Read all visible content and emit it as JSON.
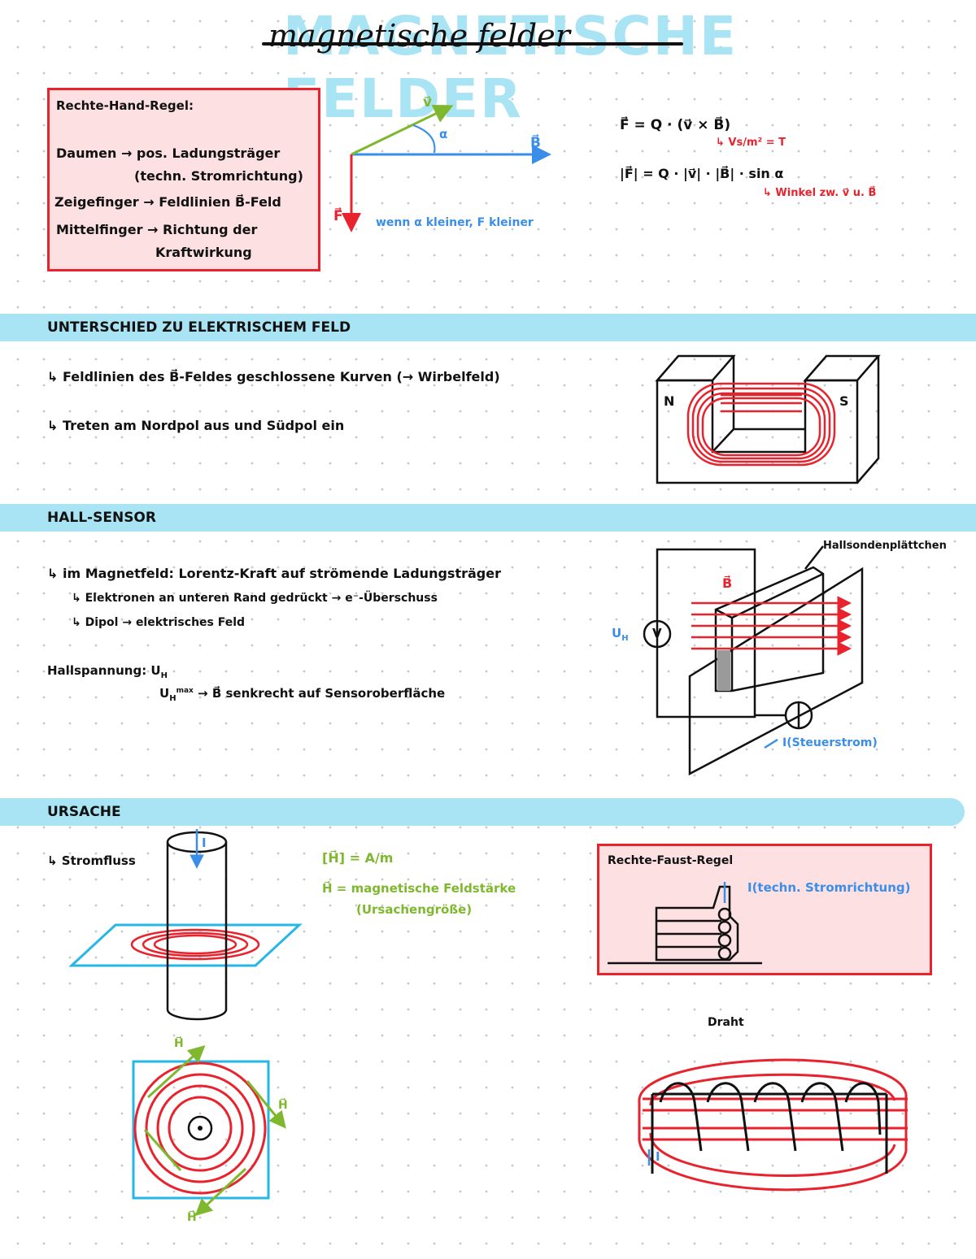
{
  "title": {
    "shadow": "MAGNETISCHE FELDER",
    "script": "magnetische felder"
  },
  "rhr": {
    "title": "Rechte-Hand-Regel:",
    "line1": "Daumen → pos. Ladungsträger",
    "line1b": "(techn. Stromrichtung)",
    "line2": "Zeigefinger → Feldlinien B⃗-Feld",
    "line3": "Mittelfinger → Richtung der",
    "line3b": "Kraftwirkung"
  },
  "vector_diagram": {
    "v": "v⃗",
    "alpha": "α",
    "b": "B⃗",
    "f": "F⃗",
    "note": "wenn α kleiner, F kleiner"
  },
  "formulas": {
    "f1": "F⃗ = Q · (v⃗ × B⃗)",
    "f1note": "↳ Vs/m² = T",
    "f2": "|F⃗| = Q · |v⃗| · |B⃗| · sin α",
    "f2note": "↳ Winkel zw. v⃗ u. B⃗"
  },
  "section1": {
    "heading": "UNTERSCHIED ZU ELEKTRISCHEM FELD",
    "point1": "↳ Feldlinien des B⃗-Feldes geschlossene Kurven (→ Wirbelfeld)",
    "point2": "↳ Treten am Nordpol aus und Südpol ein",
    "magnet_n": "N",
    "magnet_s": "S"
  },
  "section2": {
    "heading": "HALL-SENSOR",
    "point1": "↳ im Magnetfeld: Lorentz-Kraft auf strömende Ladungsträger",
    "point1a": "↳ Elektronen an unteren Rand gedrückt → e⁻-Überschuss",
    "point1b": "↳ Dipol → elektrisches Feld",
    "hall_label": "Hallspannung: U",
    "hall_sub": "H",
    "hall_line2": "U",
    "hall_line2_sub": "H",
    "hall_line2_sup": "max",
    "hall_line2_rest": " → B⃗ senkrecht auf Sensoroberfläche",
    "plate_label": "Hallsondenplättchen",
    "b_label": "B⃗",
    "uh_label": "U",
    "uh_sub": "H",
    "voltmeter": "V",
    "current_label": "I(Steuerstrom)"
  },
  "section3": {
    "heading": "URSACHE",
    "point1": "↳ Stromfluss",
    "current_i": "I",
    "unit_line": "[H⃗] = A/m",
    "h_def": "H⃗ = magnetische Feldstärke",
    "h_def2": "(Ursachengröße)",
    "fist_title": "Rechte-Faust-Regel",
    "fist_label": "I(techn. Stromrichtung)",
    "h_label": "H⃗",
    "coil_label": "Draht",
    "coil_current": "I"
  },
  "colors": {
    "red": "#e8232d",
    "blue": "#3b8ee8",
    "green": "#7fb82e",
    "banner": "#a8e4f3",
    "box_fill": "#fde0e1",
    "cyan_outline": "#27b7e6"
  }
}
